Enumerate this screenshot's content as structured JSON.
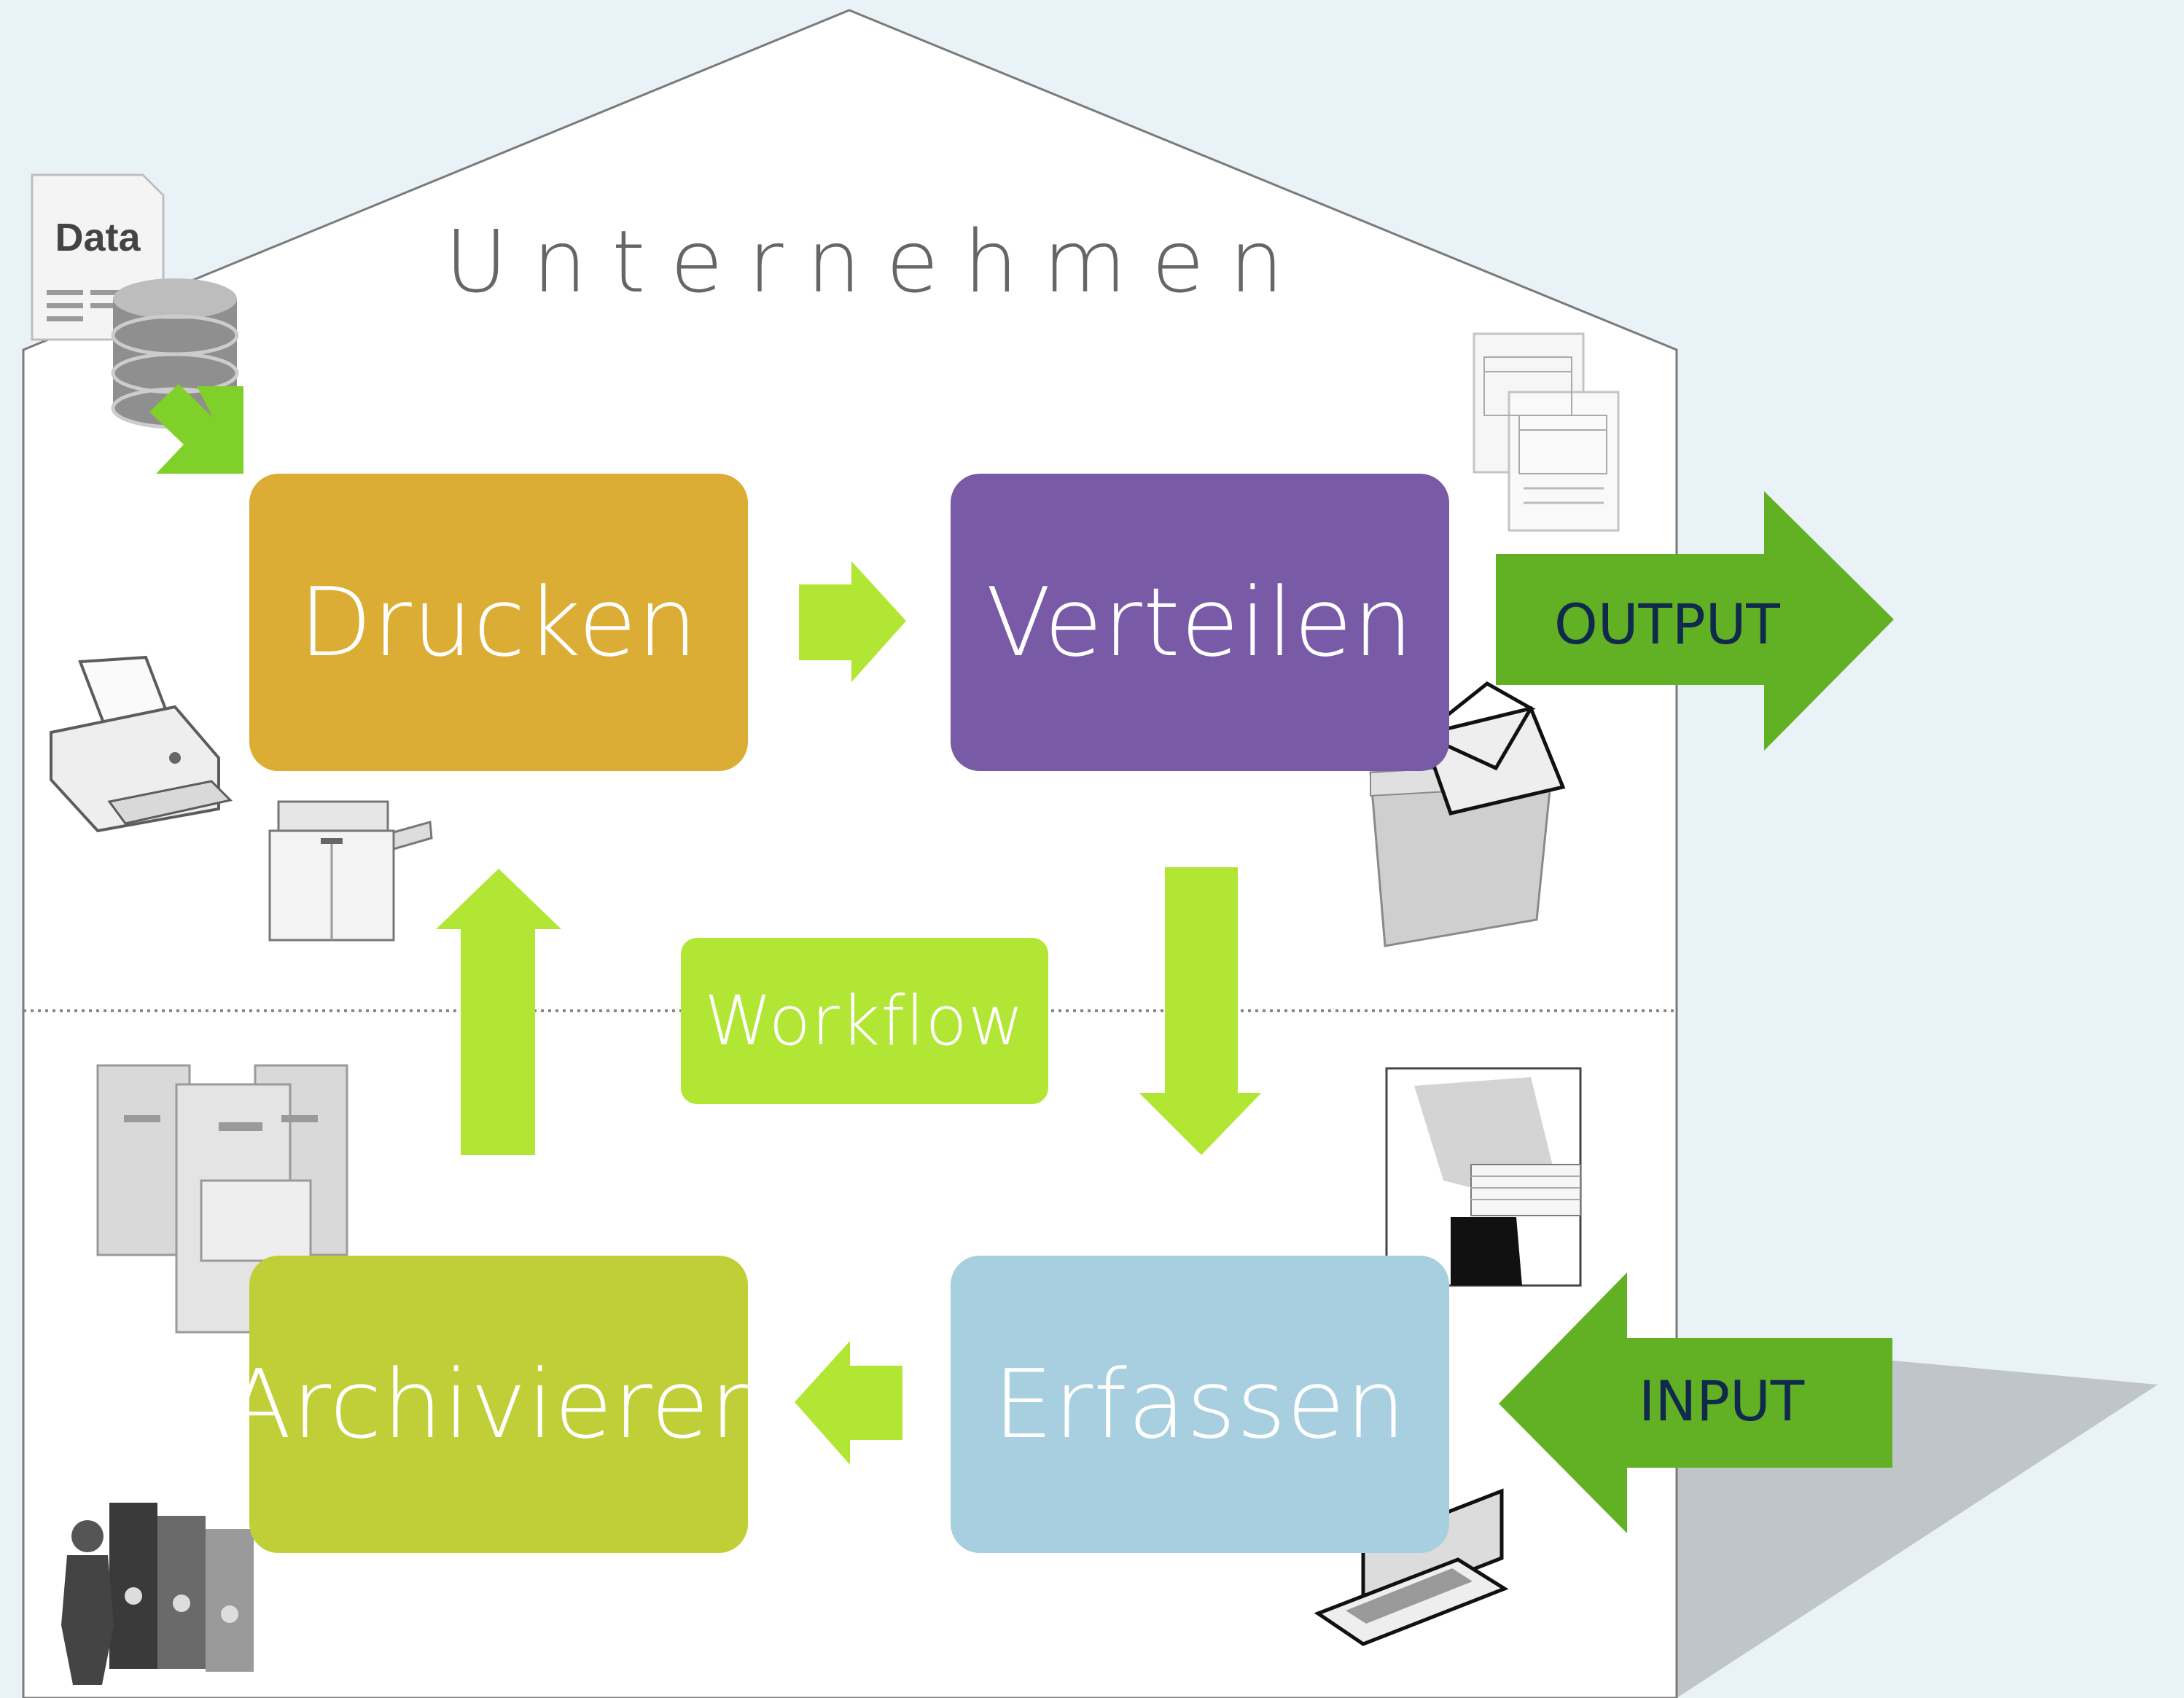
{
  "title": "Unternehmen",
  "steps": {
    "drucken": "Drucken",
    "verteilen": "Verteilen",
    "erfassen": "Erfassen",
    "archivieren": "Archivieren"
  },
  "center_label": "Workflow",
  "output_label": "OUTPUT",
  "input_label": "INPUT",
  "data_icon_label": "Data",
  "colors": {
    "drucken": "#dcad34",
    "verteilen": "#785aa6",
    "erfassen": "#a8cfe0",
    "archivieren": "#c0ce37",
    "workflow": "#b2e635",
    "flow_arrow": "#b2e635",
    "io_arrow": "#62b023",
    "background": "#e9f2f6"
  },
  "icons": [
    "data-file-icon",
    "database-icon",
    "printer-icon",
    "copier-icon",
    "documents-icon",
    "envelope-icon",
    "mail-tray-icon",
    "filing-cabinet-icon",
    "person-with-papers-icon",
    "binders-person-icon",
    "scanner-icon"
  ]
}
